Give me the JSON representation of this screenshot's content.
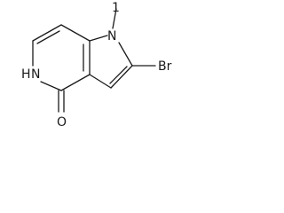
{
  "structure": {
    "atoms": {
      "methyl_label": "1",
      "n1_label": "N",
      "n5_label": "H",
      "n5_letter": "N",
      "br_label": "Br",
      "o_label": "O"
    },
    "colors": {
      "ink": "#1a1a1a",
      "background": "#ffffff"
    }
  }
}
